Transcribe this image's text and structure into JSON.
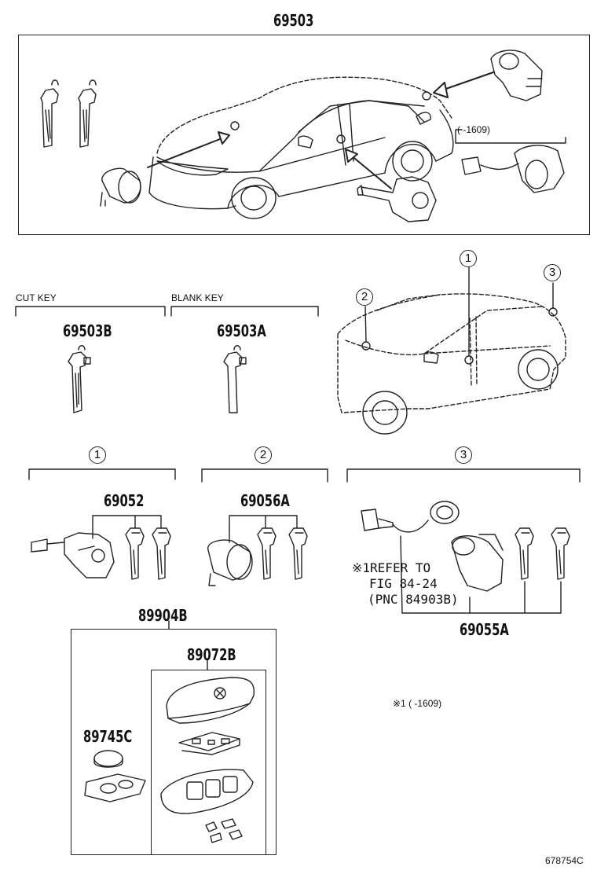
{
  "labels": {
    "top_part": "69503",
    "cut_key_caption": "CUT KEY",
    "blank_key_caption": "BLANK KEY",
    "cut_key_part": "69503B",
    "blank_key_part": "69503A",
    "marker_1": "1",
    "marker_2": "2",
    "marker_3": "3",
    "group1_part": "69052",
    "group2_part": "69056A",
    "group3_part": "69055A",
    "transmitter_part": "89904B",
    "case_part": "89072B",
    "battery_part": "89745C",
    "top_date_note": "(      ‑1609)",
    "refer_note_line1": "※1REFER TO",
    "refer_note_line2": "FIG 84‑24",
    "refer_note_line3": "(PNC 84903B)",
    "footnote": "※1 (       ‑1609)",
    "diagram_number": "678754C"
  }
}
